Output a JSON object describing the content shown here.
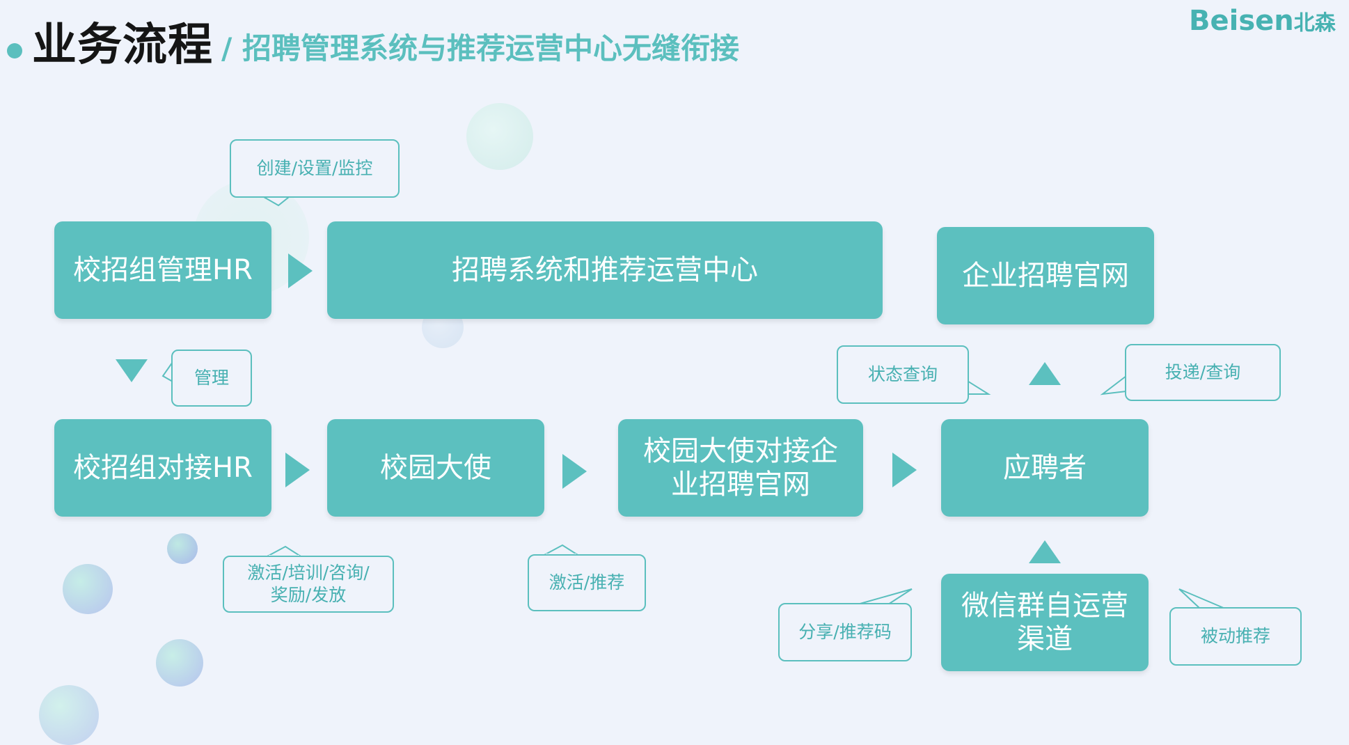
{
  "header": {
    "title": "业务流程",
    "subtitle": "/ 招聘管理系统与推荐运营中心无缝衔接",
    "logo_text": "Beisen",
    "logo_cn": "北森"
  },
  "nodes": {
    "hr_manager": "校招组管理HR",
    "system_center": "招聘系统和推荐运营中心",
    "official_site": "企业招聘官网",
    "hr_contact": "校招组对接HR",
    "ambassador": "校园大使",
    "ambassador_site_line1": "校园大使对接企",
    "ambassador_site_line2": "业招聘官网",
    "applicant": "应聘者",
    "wechat_line1": "微信群自运营",
    "wechat_line2": "渠道"
  },
  "callouts": {
    "create": "创建/设置/监控",
    "manage": "管理",
    "status": "状态查询",
    "deliver": "投递/查询",
    "activate_line1": "激活/培训/咨询/",
    "activate_line2": "奖励/发放",
    "activate_recommend": "激活/推荐",
    "share": "分享/推荐码",
    "passive": "被动推荐"
  },
  "colors": {
    "node": "#5cc0bf",
    "accent": "#5bbfbe",
    "callout_text": "#47b0b1",
    "background": "#eff3fb"
  }
}
